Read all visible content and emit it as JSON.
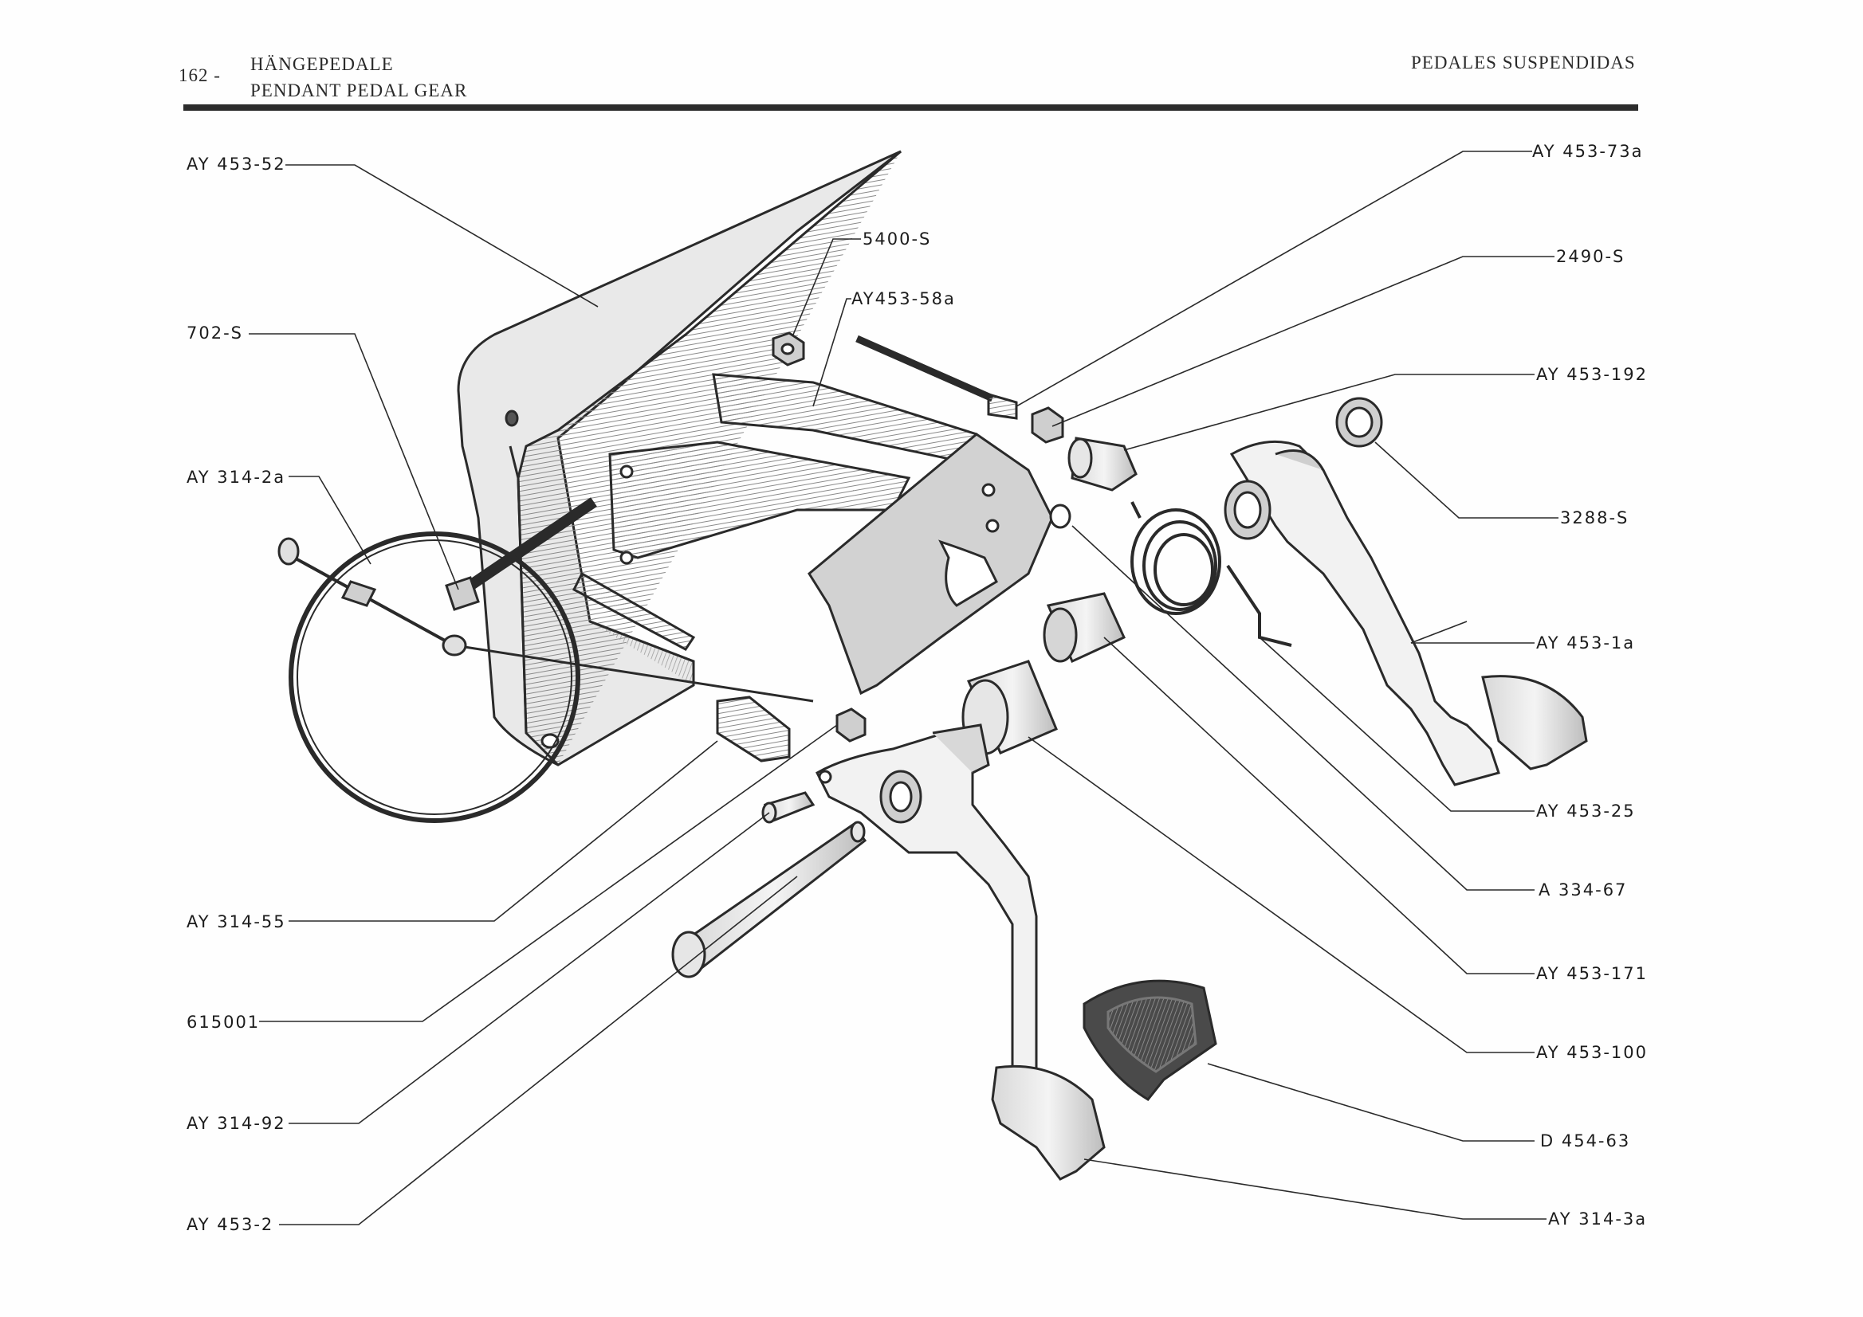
{
  "header": {
    "page_number": "162 -",
    "title_de": "HÄNGEPEDALE",
    "title_en": "PENDANT PEDAL GEAR",
    "title_es": "PEDALES SUSPENDIDAS"
  },
  "parts_left": [
    {
      "id": "ay453-52",
      "label": "AY 453-52"
    },
    {
      "id": "702-s",
      "label": "702-S"
    },
    {
      "id": "ay314-2a",
      "label": "AY 314-2a"
    },
    {
      "id": "ay314-55",
      "label": "AY 314-55"
    },
    {
      "id": "615001",
      "label": "615001"
    },
    {
      "id": "ay314-92",
      "label": "AY 314-92"
    },
    {
      "id": "ay453-2",
      "label": "AY 453-2"
    }
  ],
  "parts_center": [
    {
      "id": "5400-s",
      "label": "5400-S"
    },
    {
      "id": "ay453-58a",
      "label": "AY453-58a"
    }
  ],
  "parts_right": [
    {
      "id": "ay453-73a",
      "label": "AY 453-73a"
    },
    {
      "id": "2490-s",
      "label": "2490-S"
    },
    {
      "id": "ay453-192",
      "label": "AY 453-192"
    },
    {
      "id": "3288-s",
      "label": "3288-S"
    },
    {
      "id": "ay453-1a",
      "label": "AY 453-1a"
    },
    {
      "id": "ay453-25",
      "label": "AY 453-25"
    },
    {
      "id": "a334-67",
      "label": "A 334-67"
    },
    {
      "id": "ay453-171",
      "label": "AY 453-171"
    },
    {
      "id": "ay453-100",
      "label": "AY 453-100"
    },
    {
      "id": "d454-63",
      "label": "D 454-63"
    },
    {
      "id": "ay314-3a",
      "label": "AY 314-3a"
    }
  ]
}
